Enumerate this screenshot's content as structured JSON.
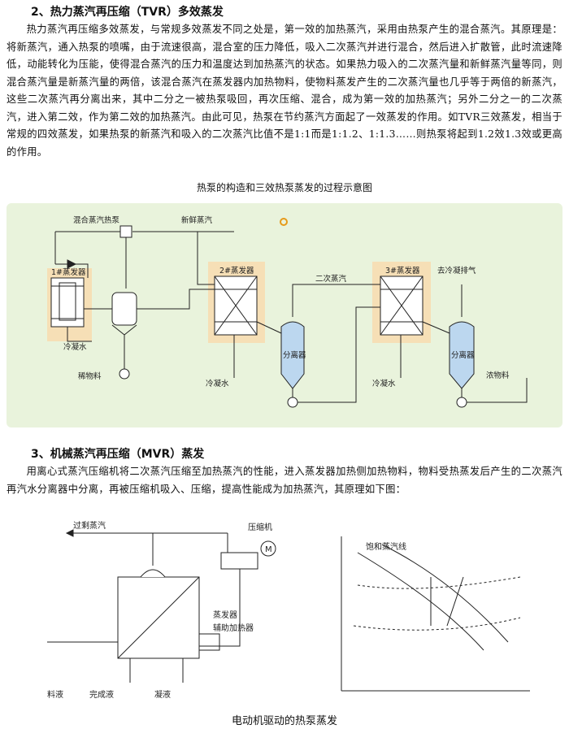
{
  "section2": {
    "heading": "2、热力蒸汽再压缩（TVR）多效蒸发",
    "paragraph": "热力蒸汽再压缩多效蒸发，与常规多效蒸发不同之处是，第一效的加热蒸汽，采用由热泵产生的混合蒸汽。其原理是：将新蒸汽，通入热泵的喷嘴，由于流速很高，混合室的压力降低，吸入二次蒸汽并进行混合，然后进入扩散管，此时流速降低，动能转化为压能，使得混合蒸汽的压力和温度达到加热蒸汽的状态。如果热力吸入的二次蒸汽量和新鲜蒸汽量等同，则混合蒸汽量是新蒸汽量的两倍，该混合蒸汽在蒸发器内加热物料，使物料蒸发产生的二次蒸汽量也几乎等于两倍的新蒸汽，这些二次蒸汽再分离出来，其中二分之一被热泵吸回，再次压缩、混合，成为第一效的加热蒸汽；另外二分之一的二次蒸汽，进入第二效，作为第二效的加热蒸汽。由此可见，热泵在节约蒸汽方面起了一效蒸发的作用。如TVR三效蒸发，相当于常规的四效蒸发，如果热泵的新蒸汽和吸入的二次蒸汽比值不是1:1而是1:1.2、1:1.3……则热泵将起到1.2效1.3效或更高的作用。"
  },
  "figure1": {
    "caption": "热泵的构造和三效热泵蒸发的过程示意图",
    "labels": {
      "mixed_steam_pump": "混合蒸汽热泵",
      "fresh_steam": "新鲜蒸汽",
      "evap1": "1#蒸发器",
      "evap2": "2#蒸发器",
      "evap3": "3#蒸发器",
      "secondary_steam": "二次蒸汽",
      "to_condensing": "去冷凝排气",
      "condensate1": "冷凝水",
      "condensate2": "冷凝水",
      "condensate3": "冷凝水",
      "dilute": "稀物料",
      "concentrate": "浓物料",
      "separator1": "分离器",
      "separator2": "分离器"
    },
    "colors": {
      "background": "#e9f3dc",
      "zone": "#f6dfb6",
      "vessel": "#bcd7ef"
    }
  },
  "section3": {
    "heading": "3、机械蒸汽再压缩（MVR）蒸发",
    "paragraph": "用离心式蒸汽压缩机将二次蒸汽压缩至加热蒸汽的性能，进入蒸发器加热侧加热物料，物料受热蒸发后产生的二次蒸汽再汽水分离器中分离，再被压缩机吸入、压缩，提高性能成为加热蒸汽，其原理如下图："
  },
  "figure2": {
    "caption": "电动机驱动的热泵蒸发",
    "labels": {
      "superheated": "过剩蒸汽",
      "compressor": "压缩机",
      "motor": "M",
      "evaporator": "蒸发器",
      "aux_heater": "辅助加热器",
      "feed": "料液",
      "product": "完成液",
      "condensate": "凝液",
      "saturation_line": "饱和蒸汽线"
    }
  }
}
